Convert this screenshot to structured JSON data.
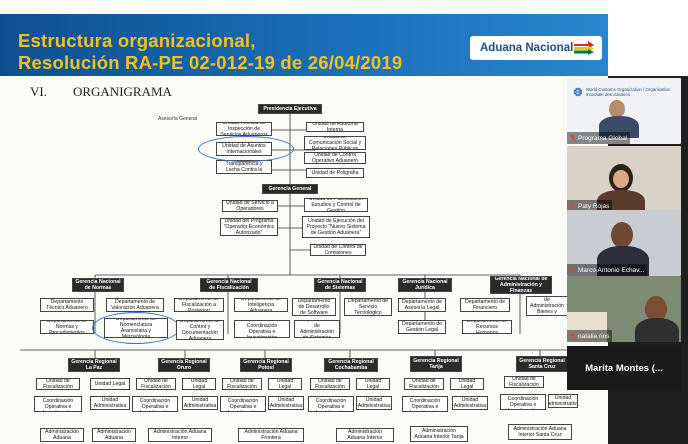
{
  "slide": {
    "title_line1": "Estructura organizacional,",
    "title_line2": "Resolución RA-PE 02-012-19 de 26/04/2019",
    "brand": "Aduana Nacional",
    "section_number": "VI.",
    "section_title": "ORGANIGRAMA",
    "assessor_label": "Asesoría General",
    "boxes": {
      "presidencia": "Presidencia Ejecutiva",
      "tecnica": "Unidad Técnica de Inspección de Servicios Aduaneros",
      "auditoria": "Unidad de Auditoría Interna",
      "asuntos_int": "Unidad de Asuntos Internacionales",
      "comunicacion": "Unidad de Comunicación Social y Relaciones Públicas",
      "control_op": "Unidad de Control Operativo Aduanero",
      "transparencia": "Unidad de Transparencia y Lucha Contra la Corrupción",
      "poligrafia": "Unidad de Poligrafía",
      "gerencia_general": "Gerencia General",
      "servicio_operadores": "Unidad de Servicio a Operadores",
      "planificacion": "Unidad de Planificación Estudios y Control de Gestión",
      "programa_oea": "Unidad del Programa \"Operador Económico Autorizado\"",
      "ejecucion_proyecto": "Unidad de Ejecución del Proyecto \"Nuevo Sistema de Gestión Aduanera\"",
      "control_comisiones": "Unidad de Control de Comisiones",
      "gn_normas": "Gerencia Nacional de Normas",
      "gn_fiscalizacion": "Gerencia Nacional de Fiscalización",
      "gn_sistemas": "Gerencia Nacional de Sistemas",
      "gn_juridica": "Gerencia Nacional Jurídica",
      "gn_administracion": "Gerencia Nacional de Administración y Finanzas",
      "dep_tecnico": "Departamento Técnico Aduanero",
      "dep_valoracion": "Departamento de Valoración Aduanera",
      "dep_normas": "Departamento de Normas y Procedimientos",
      "dep_nomenclatura": "Departamento de Nomenclatura Arancelaria y Merceología",
      "dep_fisc_ap": "Departamento de Fiscalización a Posteriori",
      "dep_inteligencia": "Departamento de Inteligencia Aduanera",
      "dep_control_doc": "Departamento de Control y Documentación Aduanera",
      "dep_coord_op": "Departamento de Coordinación Operativa e Investigación",
      "dep_software": "Departamento de Desarrollo de Software",
      "dep_servicio_tec": "Departamento de Servicio Tecnológico",
      "dep_admin_sistemas": "Departamento de Administración de Sistemas",
      "dep_asesoria": "Departamento de Asesoría Legal",
      "dep_gestion_legal": "Departamento de Gestión Legal",
      "dep_financiero": "Departamento de Financiero",
      "dep_admin": "Departamento de Administración Bienes y Servicios",
      "dep_rrhh": "Departamento de Recursos Humanos",
      "gr_lapaz": "Gerencia Regional La Paz",
      "gr_oruro": "Gerencia Regional Oruro",
      "gr_potosi": "Gerencia Regional Potosí",
      "gr_cochabamba": "Gerencia Regional Cochabamba",
      "gr_tarija": "Gerencia Regional Tarija",
      "gr_santacruz": "Gerencia Regional Santa Cruz",
      "u_fisc": "Unidad de Fiscalización",
      "u_legal": "Unidad Legal",
      "u_contr": "Unidad de Coordinación Operativa e Investigación",
      "u_admin": "Unidad Administrativa",
      "admin_aduana": "Administración Aduana",
      "admin_interior": "Administración Aduana Interior",
      "admin_frontera": "Administración Aduana Frontera",
      "admin_tarija": "Administración Aduana Interior Tarija",
      "admin_santacruz": "Administración Aduana Interior Santa Cruz"
    }
  },
  "participants": {
    "tiles": [
      {
        "name": "Programa Global",
        "muted": true,
        "logo": "World Customs Organization / Organisation mondiale des douanes"
      },
      {
        "name": "Paty Rojas",
        "muted": true
      },
      {
        "name": "Marco Antonio Echav...",
        "muted": true
      },
      {
        "name": "natalia rios",
        "muted": true
      }
    ],
    "active_speaker": "Marita Montes  (...",
    "colors": {
      "mute_icon": "#e0453a",
      "panel_bg": "#1f1f1f",
      "tile_bg": "#6d6d6d"
    }
  },
  "colors": {
    "title_band": "#1a6fb8",
    "title_text": "#f4c21a",
    "highlight_ellipse": "#3b6fd1"
  }
}
